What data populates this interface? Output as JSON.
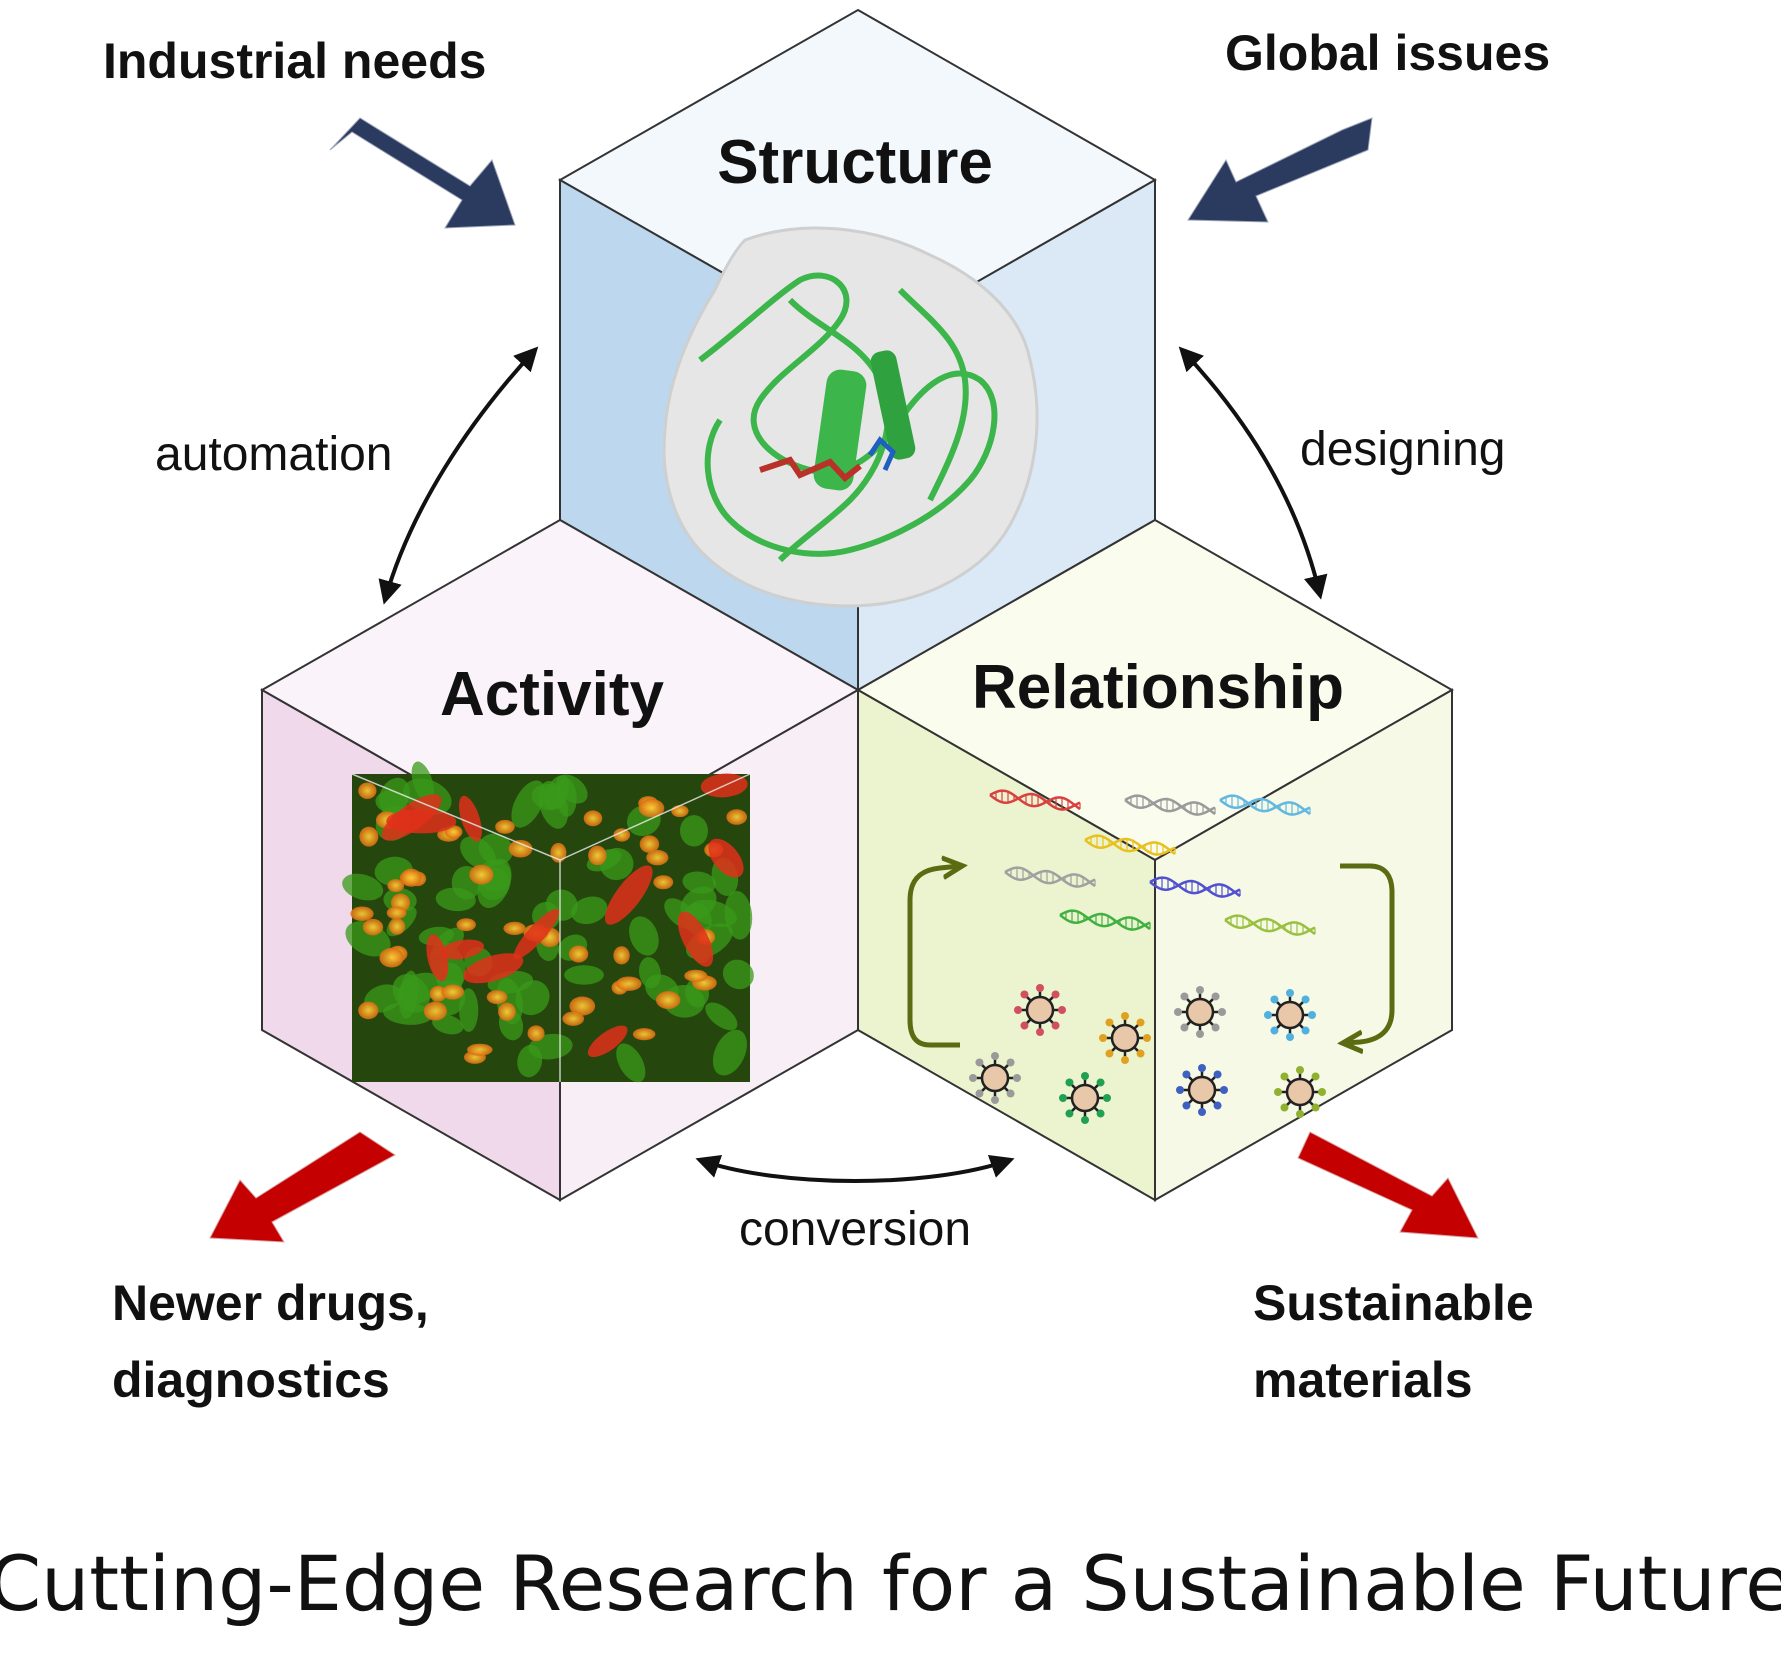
{
  "cube_labels": {
    "structure": "Structure",
    "activity": "Activity",
    "relationship": "Relationship"
  },
  "inputs": {
    "industrial": "Industrial needs",
    "global": "Global issues"
  },
  "links": {
    "automation": "automation",
    "designing": "designing",
    "conversion": "conversion"
  },
  "outputs": {
    "drugs_line1": "Newer drugs,",
    "drugs_line2": "diagnostics",
    "materials_line1": "Sustainable",
    "materials_line2": "materials"
  },
  "caption": "Cutting-Edge Research for a Sustainable Future",
  "colors": {
    "input_arrow": "#2b3a5f",
    "output_arrow": "#c40000",
    "protein": "#3cb54a",
    "cycle_arrow": "#5a6b12",
    "structure_face_left": "#bcd7ee",
    "structure_face_right": "#dbe9f6",
    "activity_face_left": "#efd9ea",
    "activity_face_right": "#f8eef6",
    "relationship_face_left": "#ecf4cf",
    "relationship_face_right": "#f5f9e6"
  },
  "icons": [
    "protein-structure-icon",
    "cell-microscopy-icon",
    "dna-strand-icon",
    "nanoparticle-icon"
  ]
}
